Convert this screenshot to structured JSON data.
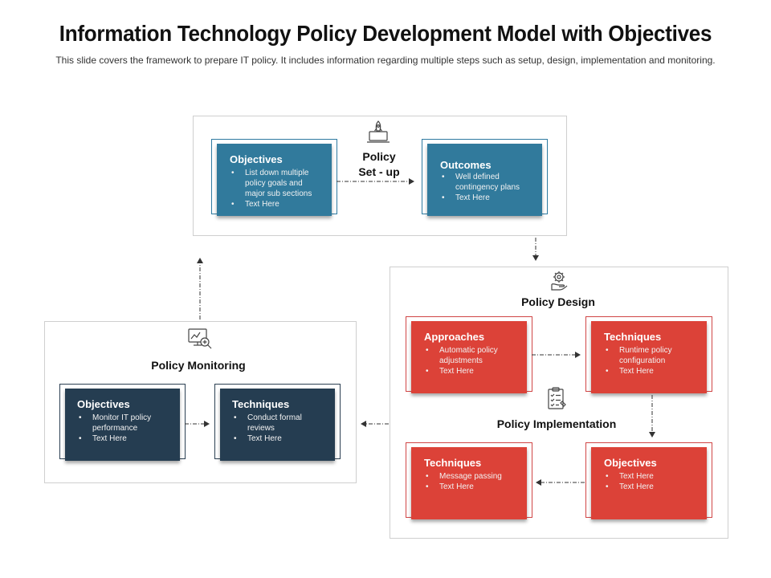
{
  "header": {
    "title": "Information Technology Policy Development Model with Objectives",
    "subtitle": "This slide covers the framework to prepare IT policy. It includes information regarding multiple steps such as setup, design, implementation and monitoring."
  },
  "colors": {
    "blue": "#317a9c",
    "red": "#dc4238",
    "dark": "#253d51",
    "arrow": "#333333"
  },
  "setup": {
    "label_line1": "Policy",
    "label_line2": "Set - up",
    "icon": "rocket-laptop-icon",
    "objectives": {
      "title": "Objectives",
      "items": [
        "List down multiple policy goals and major sub sections",
        "Text Here"
      ]
    },
    "outcomes": {
      "title": "Outcomes",
      "items": [
        "Well defined contingency plans",
        "Text Here"
      ]
    }
  },
  "design": {
    "label": "Policy Design",
    "icon": "gear-hand-icon",
    "approaches": {
      "title": "Approaches",
      "items": [
        "Automatic policy adjustments",
        "Text Here"
      ]
    },
    "techniques": {
      "title": "Techniques",
      "items": [
        "Runtime policy configuration",
        "Text Here"
      ]
    }
  },
  "implementation": {
    "label": "Policy Implementation",
    "icon": "checklist-icon",
    "techniques": {
      "title": "Techniques",
      "items": [
        "Message passing",
        "Text Here"
      ]
    },
    "objectives": {
      "title": "Objectives",
      "items": [
        "Text Here",
        "Text Here"
      ]
    }
  },
  "monitoring": {
    "label": "Policy Monitoring",
    "icon": "monitor-magnifier-icon",
    "objectives": {
      "title": "Objectives",
      "items": [
        "Monitor IT policy performance",
        "Text Here"
      ]
    },
    "techniques": {
      "title": "Techniques",
      "items": [
        "Conduct formal reviews",
        "Text Here"
      ]
    }
  }
}
